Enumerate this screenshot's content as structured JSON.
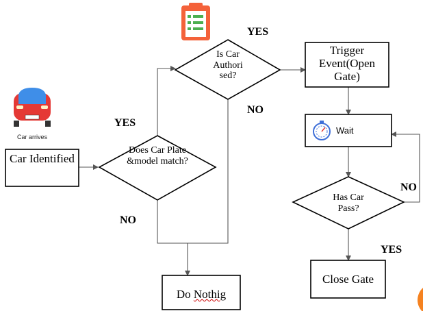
{
  "nodes": {
    "car_arrives": "Car arrives",
    "car_identified": "Car Identified",
    "plate_match": "Does Car Plate &model match?",
    "authorised": "Is Car Authori sed?",
    "trigger": "Trigger Event(Open Gate)",
    "wait": "Wait",
    "has_car_pass": "Has Car Pass?",
    "close_gate": "Close Gate",
    "do_nothing_1": "Do ",
    "do_nothing_2": "Nothig"
  },
  "edges": {
    "yes_top": "YES",
    "no_auth": "NO",
    "yes_plate": "YES",
    "no_plate": "NO",
    "no_loop": "NO",
    "yes_close": "YES"
  },
  "colors": {
    "stroke": "#000000",
    "line": "#555555",
    "car_body": "#e53935",
    "car_glass": "#3f8ee8",
    "clipboard": "#f4623a",
    "clipboard_green": "#4caf50",
    "stopwatch": "#3f6fd8",
    "corner_circle": "#f58220"
  },
  "icons": {
    "car": "red-car-icon",
    "clipboard": "checklist-clipboard-icon",
    "stopwatch": "stopwatch-icon"
  }
}
